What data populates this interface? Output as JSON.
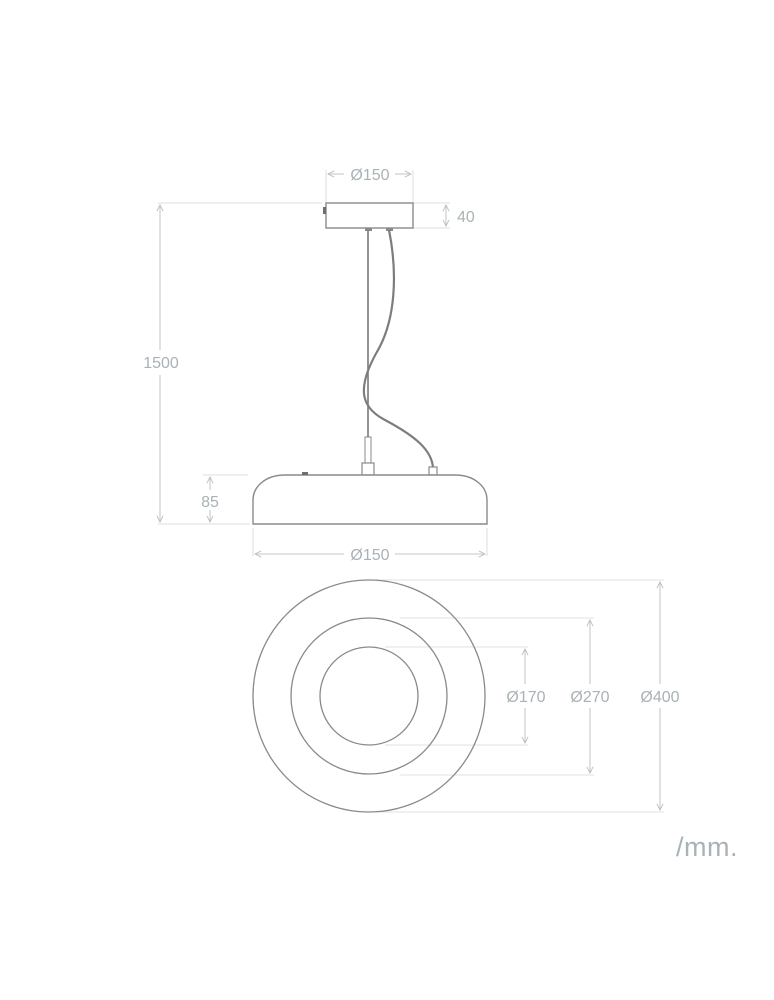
{
  "diagram": {
    "type": "technical-drawing",
    "subject": "pendant lamp dimensions",
    "colors": {
      "outline": "#8a8a8a",
      "dimension_line": "#cfd4d6",
      "dimension_text": "#a9b2b6",
      "cable": "#7d7d7d"
    },
    "side_view": {
      "canopy_diameter_label": "Ø150",
      "canopy_height_label": "40",
      "total_height_label": "1500",
      "body_height_label": "85",
      "body_diameter_label": "Ø150"
    },
    "top_view": {
      "inner_diameter_label": "Ø170",
      "middle_diameter_label": "Ø270",
      "outer_diameter_label": "Ø400"
    },
    "unit_label": "/mm."
  }
}
